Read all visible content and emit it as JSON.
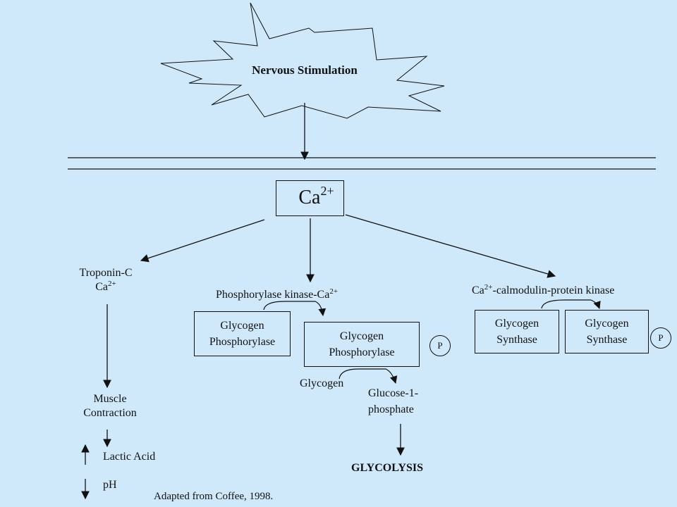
{
  "stimulus": "Nervous Stimulation",
  "calcium": {
    "label": "Ca",
    "sup": "2+",
    "direction": "up"
  },
  "troponin": {
    "line1": "Troponin-C",
    "line2_base": "Ca",
    "line2_sup": "2+"
  },
  "muscle": {
    "line1": "Muscle",
    "line2": "Contraction"
  },
  "lactic_acid": {
    "label": "Lactic Acid",
    "direction": "up"
  },
  "ph": {
    "label": "pH",
    "direction": "down"
  },
  "phosphorylase_kinase": {
    "base": "Phosphorylase kinase-Ca",
    "sup": "2+"
  },
  "phosphorylase_box_1": {
    "line1": "Glycogen",
    "line2": "Phosphorylase"
  },
  "phosphorylase_box_2": {
    "line1": "Glycogen",
    "line2": "Phosphorylase"
  },
  "phosphate_1": "P",
  "glycogen": "Glycogen",
  "glucose": {
    "line1": "Glucose-1-",
    "line2": "phosphate"
  },
  "glycolysis": "GLYCOLYSIS",
  "calmodulin": {
    "base": "Ca",
    "sup": "2+",
    "rest": "-calmodulin-protein kinase"
  },
  "synthase_box_1": {
    "line1": "Glycogen",
    "line2": "Synthase"
  },
  "synthase_box_2": {
    "line1": "Glycogen",
    "line2": "Synthase"
  },
  "phosphate_2": "P",
  "credit": "Adapted from Coffee, 1998.",
  "colors": {
    "background": "#cfe9fb",
    "ink": "#111111"
  }
}
